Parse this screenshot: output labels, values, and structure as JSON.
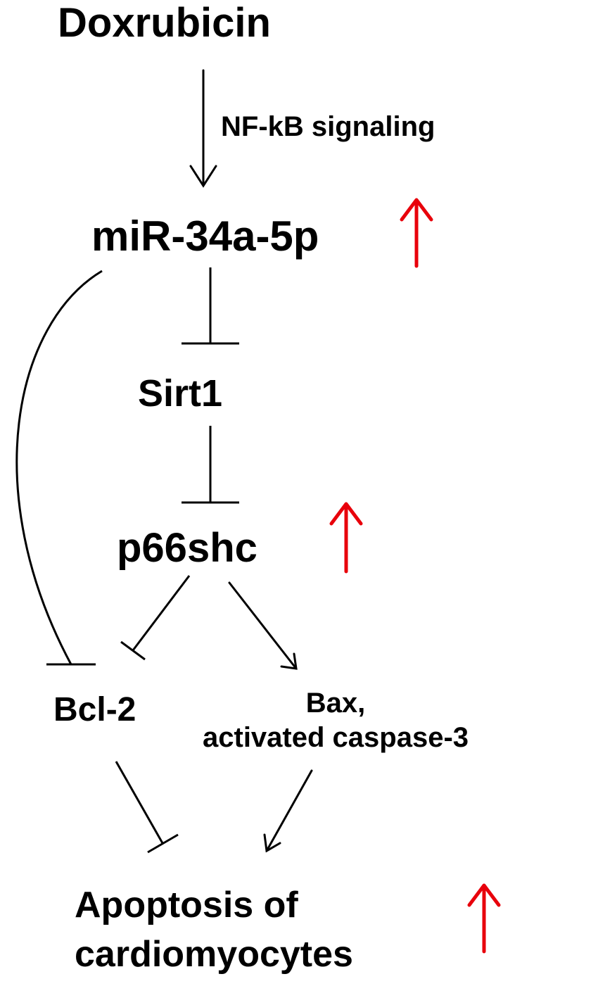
{
  "nodes": {
    "doxorubicin": "Doxrubicin",
    "mir": "miR-34a-5p",
    "sirt1": "Sirt1",
    "p66": "p66shc",
    "bcl2": "Bcl-2",
    "bax_line1": "Bax,",
    "bax_line2": "activated caspase-3",
    "apoptosis_line1": "Apoptosis of",
    "apoptosis_line2": "cardiomyocytes"
  },
  "edges": {
    "doxorubicin_to_mir": "NF-kB signaling"
  },
  "colors": {
    "line": "#000000",
    "up_arrow": "#e8000b"
  },
  "upregulated_icon": "red-up-arrow-icon"
}
